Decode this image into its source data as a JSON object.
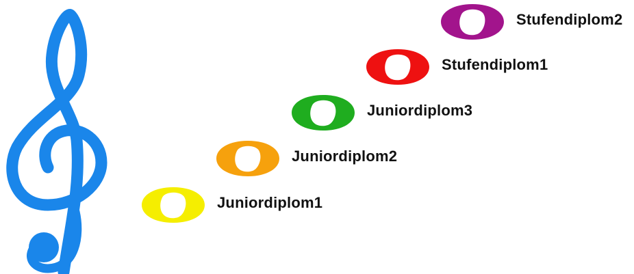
{
  "clef": {
    "icon": "treble-clef-icon",
    "color": "#1a86ea"
  },
  "steps": [
    {
      "label": "Juniordiplom1",
      "color": "#f5ee00"
    },
    {
      "label": "Juniordiplom2",
      "color": "#f6a10d"
    },
    {
      "label": "Juniordiplom3",
      "color": "#1fad1f"
    },
    {
      "label": "Stufendiplom1",
      "color": "#ee1111"
    },
    {
      "label": "Stufendiplom2",
      "color": "#a2148c"
    }
  ]
}
